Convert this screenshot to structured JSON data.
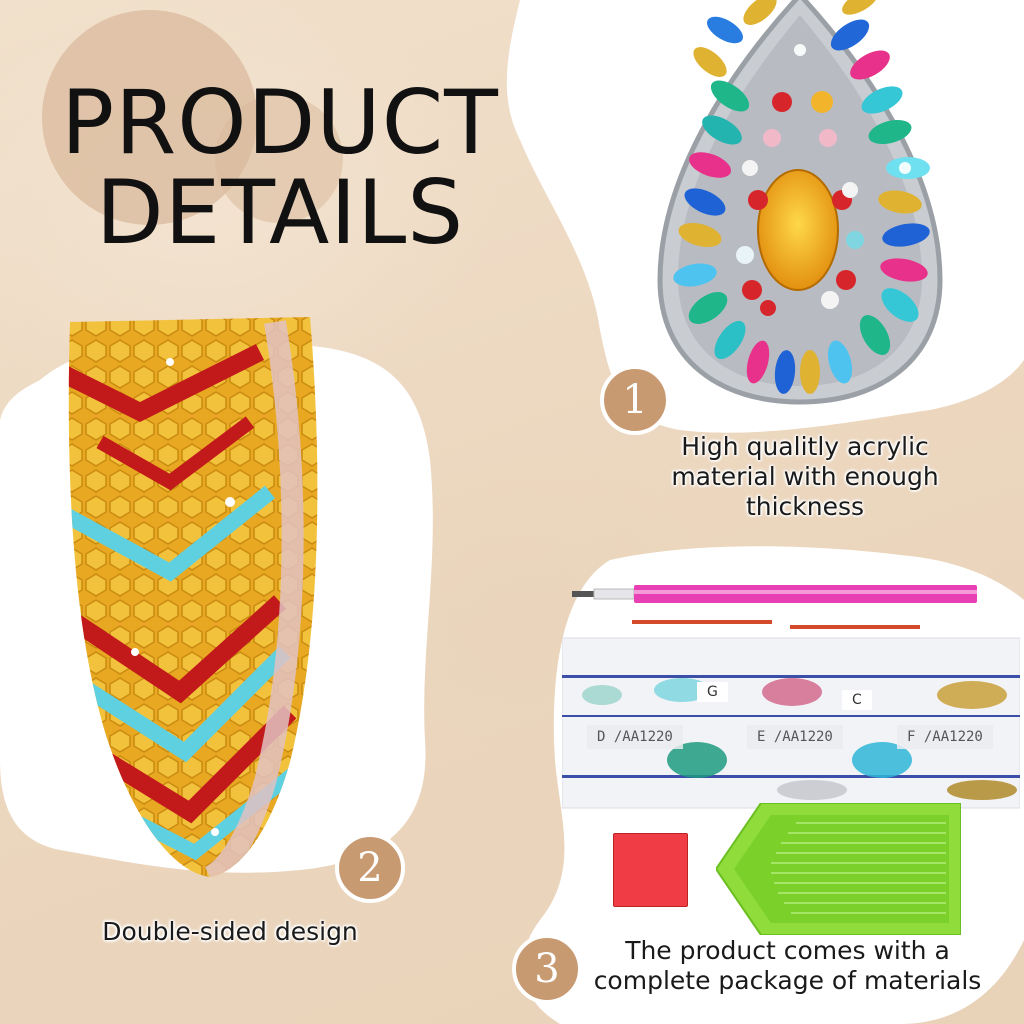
{
  "page": {
    "title_line1": "PRODUCT",
    "title_line2": "DETAILS",
    "background_color": "#efdcc6",
    "badge_color": "#c89a72"
  },
  "features": [
    {
      "number": "1",
      "caption_lines": [
        "High qualitly acrylic",
        "material with enough",
        "thickness"
      ],
      "image": "teardrop-gem-pendant"
    },
    {
      "number": "2",
      "caption_lines": [
        "Double-sided design"
      ],
      "image": "side-view-gem-piece"
    },
    {
      "number": "3",
      "caption_lines": [
        "The product comes with a",
        "complete package of materials"
      ],
      "image": "materials-kit"
    }
  ],
  "kit": {
    "bag_labels": [
      "D /AA1220",
      "E /AA1220",
      "F /AA1220"
    ],
    "bag_tags": [
      "G",
      "C"
    ],
    "items": [
      "pink-drill-pen",
      "rhinestone-bags",
      "red-wax-clay",
      "green-tray"
    ]
  }
}
